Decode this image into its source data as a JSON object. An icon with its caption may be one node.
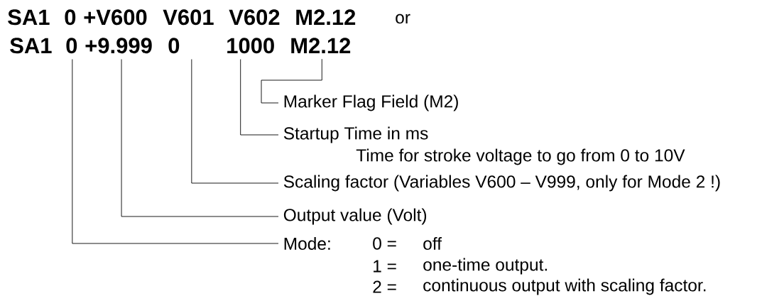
{
  "diagram": {
    "nodes": [
      {
        "text": [
          "0"
        ]
      },
      {
        "text": [
          "+9.999"
        ]
      },
      {
        "text": [
          "0"
        ]
      },
      {
        "text": [
          "1000"
        ]
      },
      {
        "text": [
          "M2.12"
        ]
      },
      {
        "text": [
          "Marker Flag Field (M2)"
        ]
      },
      {
        "text": [
          "Startup Time in ms",
          "Time for stroke voltage to go from 0 to 10V"
        ]
      },
      {
        "text": [
          "Scaling factor (Variables V600 – V999, only for Mode 2 !)"
        ]
      },
      {
        "text": [
          "Output value (Volt)"
        ]
      },
      {
        "text": [
          "Mode:",
          "0 =",
          "off",
          "1 =",
          "one-time output.",
          "2 =",
          "continuous output with scaling factor."
        ]
      }
    ],
    "edges": [
      {
        "from": 4,
        "to": 5,
        "arrow": "none"
      },
      {
        "from": 3,
        "to": 6,
        "arrow": "none"
      },
      {
        "from": 2,
        "to": 7,
        "arrow": "none"
      },
      {
        "from": 1,
        "to": 8,
        "arrow": "none"
      },
      {
        "from": 0,
        "to": 9,
        "arrow": "none"
      }
    ],
    "labels": [
      "SA1",
      "0",
      "+V600",
      "V601",
      "V602",
      "M2.12",
      "or",
      "SA1"
    ]
  }
}
